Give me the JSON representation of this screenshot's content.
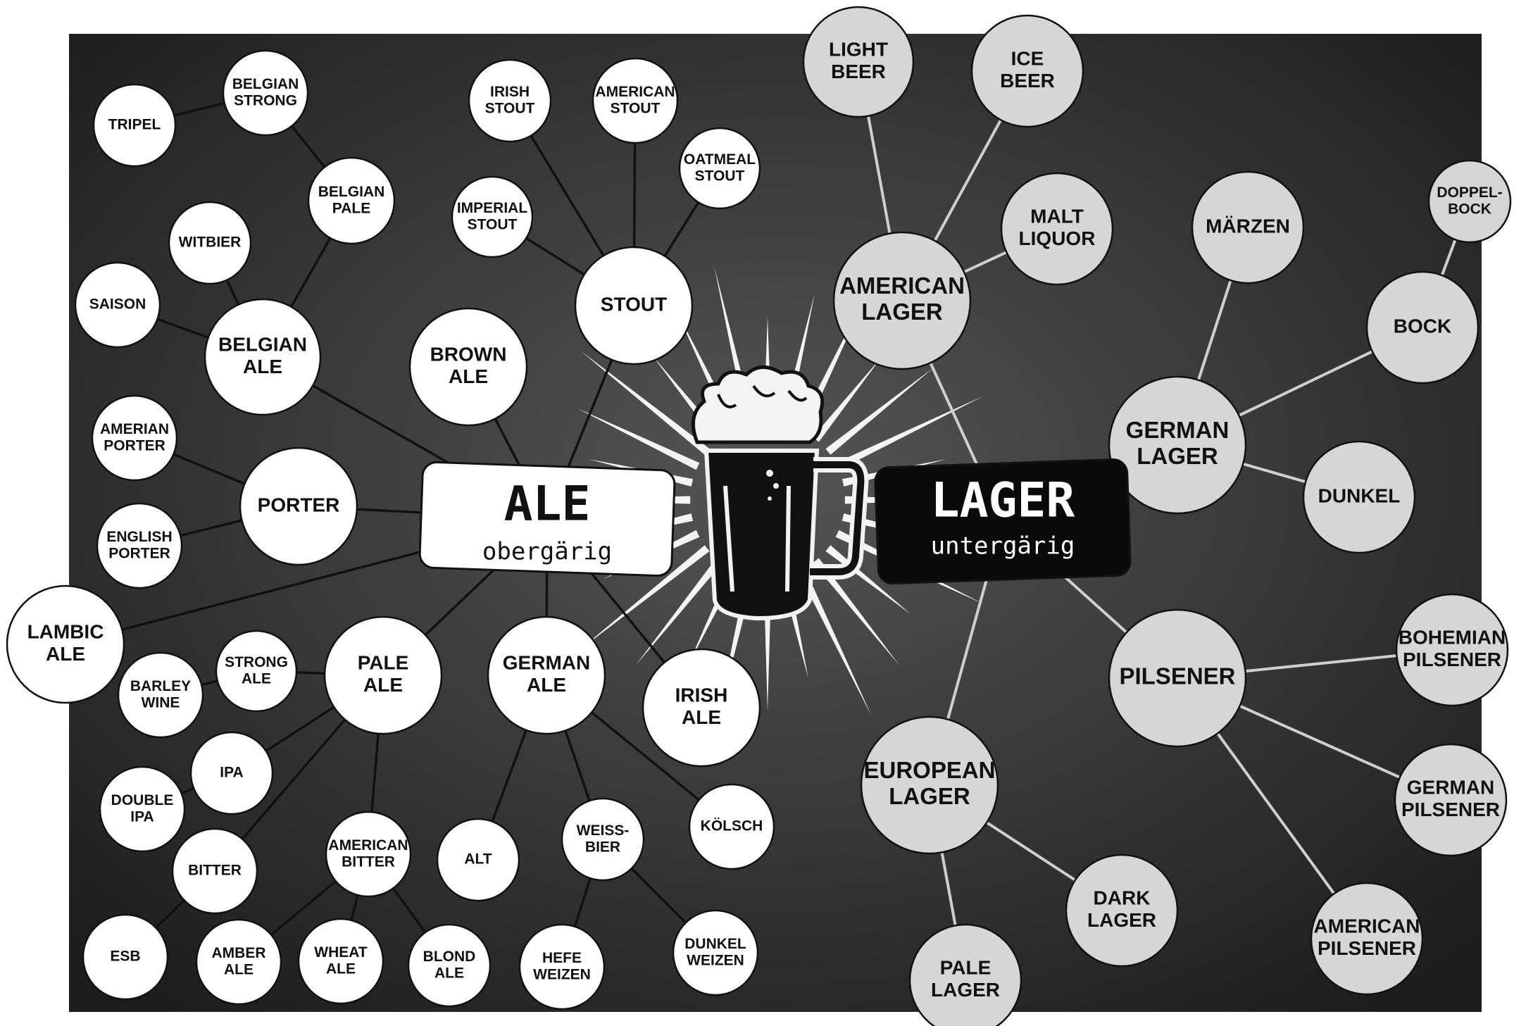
{
  "hubs": {
    "ale": {
      "title": "ALE",
      "subtitle": "obergärig"
    },
    "lager": {
      "title": "LAGER",
      "subtitle": "untergärig"
    }
  },
  "colors": {
    "background": "#2b2b2b",
    "ale_node": "#ffffff",
    "lager_node": "#d6d6d6",
    "ale_edge": "#111111",
    "lager_edge": "#cfcfcf"
  },
  "nodes": [
    {
      "id": "belgian-ale",
      "lines": [
        "BELGIAN",
        "ALE"
      ],
      "group": "ale",
      "level": 1,
      "parent": "ale"
    },
    {
      "id": "porter",
      "lines": [
        "PORTER"
      ],
      "group": "ale",
      "level": 1,
      "parent": "ale"
    },
    {
      "id": "lambic-ale",
      "lines": [
        "LAMBIC",
        "ALE"
      ],
      "group": "ale",
      "level": 1,
      "parent": "ale"
    },
    {
      "id": "brown-ale",
      "lines": [
        "BROWN",
        "ALE"
      ],
      "group": "ale",
      "level": 1,
      "parent": "ale"
    },
    {
      "id": "stout",
      "lines": [
        "STOUT"
      ],
      "group": "ale",
      "level": 1,
      "parent": "ale"
    },
    {
      "id": "pale-ale",
      "lines": [
        "PALE",
        "ALE"
      ],
      "group": "ale",
      "level": 1,
      "parent": "ale"
    },
    {
      "id": "german-ale",
      "lines": [
        "GERMAN",
        "ALE"
      ],
      "group": "ale",
      "level": 1,
      "parent": "ale"
    },
    {
      "id": "irish-ale",
      "lines": [
        "IRISH",
        "ALE"
      ],
      "group": "ale",
      "level": 1,
      "parent": "ale"
    },
    {
      "id": "tripel",
      "lines": [
        "TRIPEL"
      ],
      "group": "ale",
      "level": 3,
      "parent": "belgian-strong"
    },
    {
      "id": "belgian-strong",
      "lines": [
        "BELGIAN",
        "STRONG"
      ],
      "group": "ale",
      "level": 2,
      "parent": "belgian-pale"
    },
    {
      "id": "belgian-pale",
      "lines": [
        "BELGIAN",
        "PALE"
      ],
      "group": "ale",
      "level": 2,
      "parent": "belgian-ale"
    },
    {
      "id": "witbier",
      "lines": [
        "WITBIER"
      ],
      "group": "ale",
      "level": 2,
      "parent": "belgian-ale"
    },
    {
      "id": "saison",
      "lines": [
        "SAISON"
      ],
      "group": "ale",
      "level": 2,
      "parent": "belgian-ale"
    },
    {
      "id": "amerian-porter",
      "lines": [
        "AMERIAN",
        "PORTER"
      ],
      "group": "ale",
      "level": 2,
      "parent": "porter"
    },
    {
      "id": "english-porter",
      "lines": [
        "ENGLISH",
        "PORTER"
      ],
      "group": "ale",
      "level": 2,
      "parent": "porter"
    },
    {
      "id": "irish-stout",
      "lines": [
        "IRISH",
        "STOUT"
      ],
      "group": "ale",
      "level": 2,
      "parent": "stout"
    },
    {
      "id": "american-stout",
      "lines": [
        "AMERICAN",
        "STOUT"
      ],
      "group": "ale",
      "level": 2,
      "parent": "stout"
    },
    {
      "id": "oatmeal-stout",
      "lines": [
        "OATMEAL",
        "STOUT"
      ],
      "group": "ale",
      "level": 2,
      "parent": "stout"
    },
    {
      "id": "imperial-stout",
      "lines": [
        "IMPERIAL",
        "STOUT"
      ],
      "group": "ale",
      "level": 2,
      "parent": "stout"
    },
    {
      "id": "strong-ale",
      "lines": [
        "STRONG",
        "ALE"
      ],
      "group": "ale",
      "level": 2,
      "parent": "pale-ale"
    },
    {
      "id": "barley-wine",
      "lines": [
        "BARLEY",
        "WINE"
      ],
      "group": "ale",
      "level": 3,
      "parent": "strong-ale"
    },
    {
      "id": "ipa",
      "lines": [
        "IPA"
      ],
      "group": "ale",
      "level": 2,
      "parent": "pale-ale"
    },
    {
      "id": "double-ipa",
      "lines": [
        "DOUBLE",
        "IPA"
      ],
      "group": "ale",
      "level": 3,
      "parent": "ipa"
    },
    {
      "id": "bitter",
      "lines": [
        "BITTER"
      ],
      "group": "ale",
      "level": 2,
      "parent": "pale-ale"
    },
    {
      "id": "esb",
      "lines": [
        "ESB"
      ],
      "group": "ale",
      "level": 3,
      "parent": "bitter"
    },
    {
      "id": "american-bitter",
      "lines": [
        "AMERICAN",
        "BITTER"
      ],
      "group": "ale",
      "level": 2,
      "parent": "pale-ale"
    },
    {
      "id": "amber-ale",
      "lines": [
        "AMBER",
        "ALE"
      ],
      "group": "ale",
      "level": 3,
      "parent": "american-bitter"
    },
    {
      "id": "wheat-ale",
      "lines": [
        "WHEAT",
        "ALE"
      ],
      "group": "ale",
      "level": 3,
      "parent": "american-bitter"
    },
    {
      "id": "blond-ale",
      "lines": [
        "BLOND",
        "ALE"
      ],
      "group": "ale",
      "level": 3,
      "parent": "american-bitter"
    },
    {
      "id": "alt",
      "lines": [
        "ALT"
      ],
      "group": "ale",
      "level": 2,
      "parent": "german-ale"
    },
    {
      "id": "weissbier",
      "lines": [
        "WEISS-",
        "BIER"
      ],
      "group": "ale",
      "level": 2,
      "parent": "german-ale"
    },
    {
      "id": "kolsch",
      "lines": [
        "KÖLSCH"
      ],
      "group": "ale",
      "level": 2,
      "parent": "german-ale"
    },
    {
      "id": "hefeweizen",
      "lines": [
        "HEFE",
        "WEIZEN"
      ],
      "group": "ale",
      "level": 3,
      "parent": "weissbier"
    },
    {
      "id": "dunkelweizen",
      "lines": [
        "DUNKEL",
        "WEIZEN"
      ],
      "group": "ale",
      "level": 3,
      "parent": "weissbier"
    },
    {
      "id": "american-lager",
      "lines": [
        "AMERICAN",
        "LAGER"
      ],
      "group": "lager",
      "level": 1,
      "parent": "lager"
    },
    {
      "id": "german-lager",
      "lines": [
        "GERMAN",
        "LAGER"
      ],
      "group": "lager",
      "level": 1,
      "parent": "lager"
    },
    {
      "id": "pilsener",
      "lines": [
        "PILSENER"
      ],
      "group": "lager",
      "level": 1,
      "parent": "lager"
    },
    {
      "id": "european-lager",
      "lines": [
        "EUROPEAN",
        "LAGER"
      ],
      "group": "lager",
      "level": 1,
      "parent": "lager"
    },
    {
      "id": "light-beer",
      "lines": [
        "LIGHT",
        "BEER"
      ],
      "group": "lager",
      "level": 2,
      "parent": "american-lager"
    },
    {
      "id": "ice-beer",
      "lines": [
        "ICE",
        "BEER"
      ],
      "group": "lager",
      "level": 2,
      "parent": "american-lager"
    },
    {
      "id": "malt-liquor",
      "lines": [
        "MALT",
        "LIQUOR"
      ],
      "group": "lager",
      "level": 2,
      "parent": "american-lager"
    },
    {
      "id": "marzen",
      "lines": [
        "MÄRZEN"
      ],
      "group": "lager",
      "level": 2,
      "parent": "german-lager"
    },
    {
      "id": "bock",
      "lines": [
        "BOCK"
      ],
      "group": "lager",
      "level": 2,
      "parent": "german-lager"
    },
    {
      "id": "doppelbock",
      "lines": [
        "DOPPEL-",
        "BOCK"
      ],
      "group": "lager",
      "level": 3,
      "parent": "bock"
    },
    {
      "id": "dunkel",
      "lines": [
        "DUNKEL"
      ],
      "group": "lager",
      "level": 2,
      "parent": "german-lager"
    },
    {
      "id": "bohemian-pilsener",
      "lines": [
        "BOHEMIAN",
        "PILSENER"
      ],
      "group": "lager",
      "level": 2,
      "parent": "pilsener"
    },
    {
      "id": "german-pilsener",
      "lines": [
        "GERMAN",
        "PILSENER"
      ],
      "group": "lager",
      "level": 2,
      "parent": "pilsener"
    },
    {
      "id": "american-pilsener",
      "lines": [
        "AMERICAN",
        "PILSENER"
      ],
      "group": "lager",
      "level": 2,
      "parent": "pilsener"
    },
    {
      "id": "dark-lager",
      "lines": [
        "DARK",
        "LAGER"
      ],
      "group": "lager",
      "level": 2,
      "parent": "european-lager"
    },
    {
      "id": "pale-lager",
      "lines": [
        "PALE",
        "LAGER"
      ],
      "group": "lager",
      "level": 2,
      "parent": "european-lager"
    }
  ]
}
